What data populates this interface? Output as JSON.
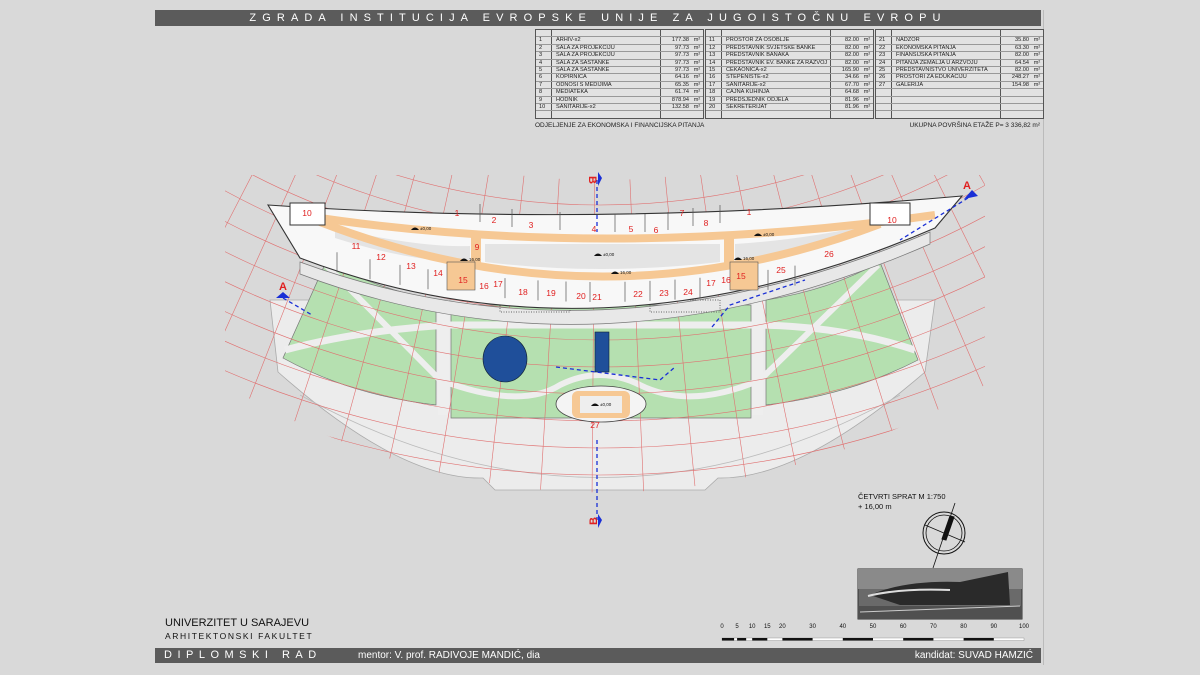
{
  "title": "ZGRADA INSTITUCIJA EVROPSKE UNIJE ZA JUGOISTOČNU EVROPU",
  "table": {
    "columns": [
      [
        {
          "no": "1",
          "name": "ARHIV-x2",
          "area": "177.38",
          "unit": "m²"
        },
        {
          "no": "2",
          "name": "SALA ZA PROJEKCIJU",
          "area": "97.73",
          "unit": "m²"
        },
        {
          "no": "3",
          "name": "SALA ZA PROJEKCIJU",
          "area": "97.73",
          "unit": "m²"
        },
        {
          "no": "4",
          "name": "SALA ZA SASTANKE",
          "area": "97.73",
          "unit": "m²"
        },
        {
          "no": "5",
          "name": "SALA ZA SASTANKE",
          "area": "97.73",
          "unit": "m²"
        },
        {
          "no": "6",
          "name": "KOPIRNICA",
          "area": "64.16",
          "unit": "m²"
        },
        {
          "no": "7",
          "name": "ODNOSI S MEDIJIMA",
          "area": "65.35",
          "unit": "m²"
        },
        {
          "no": "8",
          "name": "MEDIATEKA",
          "area": "61.74",
          "unit": "m²"
        },
        {
          "no": "9",
          "name": "HODNIK",
          "area": "878.94",
          "unit": "m²"
        },
        {
          "no": "10",
          "name": "SANITARIJE-x2",
          "area": "132.58",
          "unit": "m²"
        }
      ],
      [
        {
          "no": "11",
          "name": "PROSTOR ZA OSOBLJE",
          "area": "82.00",
          "unit": "m²"
        },
        {
          "no": "12",
          "name": "PREDSTAVNIK SVJETSKE BANKE",
          "area": "82.00",
          "unit": "m²"
        },
        {
          "no": "13",
          "name": "PREDSTAVNIK BANAKA",
          "area": "82.00",
          "unit": "m²"
        },
        {
          "no": "14",
          "name": "PREDSTAVNIK EV. BANKE ZA RAZVOJ",
          "area": "82.00",
          "unit": "m²"
        },
        {
          "no": "15",
          "name": "ČEKAONICA-x2",
          "area": "165.90",
          "unit": "m²"
        },
        {
          "no": "16",
          "name": "STEPENIŠTE-x2",
          "area": "34.66",
          "unit": "m²"
        },
        {
          "no": "17",
          "name": "SANITARIJE-x2",
          "area": "67.70",
          "unit": "m²"
        },
        {
          "no": "18",
          "name": "ČAJNA KUHINJA",
          "area": "64.68",
          "unit": "m²"
        },
        {
          "no": "19",
          "name": "PREDSJEDNIK ODJELA",
          "area": "81.96",
          "unit": "m²"
        },
        {
          "no": "20",
          "name": "SEKRETERIJAT",
          "area": "81.96",
          "unit": "m²"
        }
      ],
      [
        {
          "no": "21",
          "name": "NADZOR",
          "area": "35.80",
          "unit": "m²"
        },
        {
          "no": "22",
          "name": "EKONOMSKA PITANJA",
          "area": "63.30",
          "unit": "m²"
        },
        {
          "no": "23",
          "name": "FINANSIJSKA PITANJA",
          "area": "82.00",
          "unit": "m²"
        },
        {
          "no": "24",
          "name": "PITANJA ZEMALJA U ARZVOJU",
          "area": "64.54",
          "unit": "m²"
        },
        {
          "no": "25",
          "name": "PREDSTAVNIŠTVO UNIVERZITETA",
          "area": "82.00",
          "unit": "m²"
        },
        {
          "no": "26",
          "name": "PROSTORI ZA EDUKACIJU",
          "area": "248.27",
          "unit": "m²"
        },
        {
          "no": "27",
          "name": "GALERIJA",
          "area": "154.98",
          "unit": "m²"
        }
      ]
    ],
    "department": "ODJELJENJE ZA EKONOMSKA I FINANCIJSKA PITANJA",
    "total": "UKUPNA POVRŠINA ETAŽE P= 3 336,82 m²"
  },
  "plan": {
    "room_labels": [
      "10",
      "1",
      "2",
      "3",
      "4",
      "5",
      "6",
      "7",
      "8",
      "1",
      "10",
      "9",
      "11",
      "12",
      "13",
      "14",
      "15",
      "16",
      "17",
      "18",
      "19",
      "20",
      "21",
      "22",
      "23",
      "24",
      "17",
      "16",
      "15",
      "25",
      "26",
      "27"
    ],
    "elevations": [
      "±0,00",
      "16,00",
      "±0,00",
      "16,00",
      "16,00",
      "±0,00",
      "±0,00"
    ],
    "section_labels": [
      "B",
      "B",
      "A",
      "A"
    ],
    "colors": {
      "corridor": "#f6c894",
      "park": "#b5e0b0",
      "room_numbers": "#e02020",
      "section_lines": "#1a2fd6",
      "pool": "#1f4f9a"
    }
  },
  "drawing_info": {
    "floor": "ČETVRTI SPRAT  M 1:750",
    "level": "+ 16,00 m"
  },
  "scale_bar": {
    "ticks": [
      "0",
      "5",
      "10",
      "15",
      "20",
      "30",
      "40",
      "50",
      "60",
      "70",
      "80",
      "90",
      "100"
    ],
    "black_segments": [
      [
        0,
        4
      ],
      [
        5,
        8
      ],
      [
        10,
        15
      ],
      [
        20,
        30
      ],
      [
        40,
        50
      ],
      [
        60,
        70
      ],
      [
        80,
        90
      ]
    ]
  },
  "footer": {
    "university": "UNIVERZITET U SARAJEVU",
    "faculty": "ARHITEKTONSKI FAKULTET",
    "thesis": "DIPLOMSKI RAD",
    "mentor": "mentor: V. prof. RADIVOJE MANDIĆ, dia",
    "candidate": "kandidat: SUVAD HAMZIĆ"
  }
}
